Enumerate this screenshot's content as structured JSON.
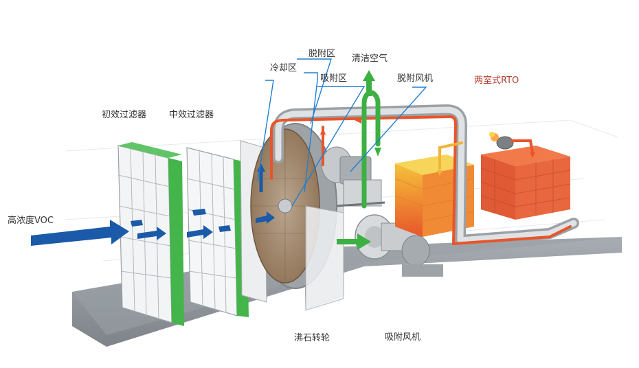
{
  "labels": {
    "voc": "高浓度VOC",
    "primary_filter": "初效过滤器",
    "medium_filter": "中效过滤器",
    "cooling_zone": "冷却区",
    "desorption_zone": "脱附区",
    "adsorption_zone": "吸附区",
    "clean_air": "清洁空气",
    "desorption_fan": "脱附风机",
    "rto": "两室式RTO",
    "zeolite_rotor": "沸石转轮",
    "adsorption_fan": "吸附风机"
  },
  "colors": {
    "voc_flow": "#1a5aa8",
    "hot_flow": "#e8552a",
    "clean_flow": "#3cb043",
    "base": "#8e9499",
    "leader_lines": "#1f7fd0"
  }
}
